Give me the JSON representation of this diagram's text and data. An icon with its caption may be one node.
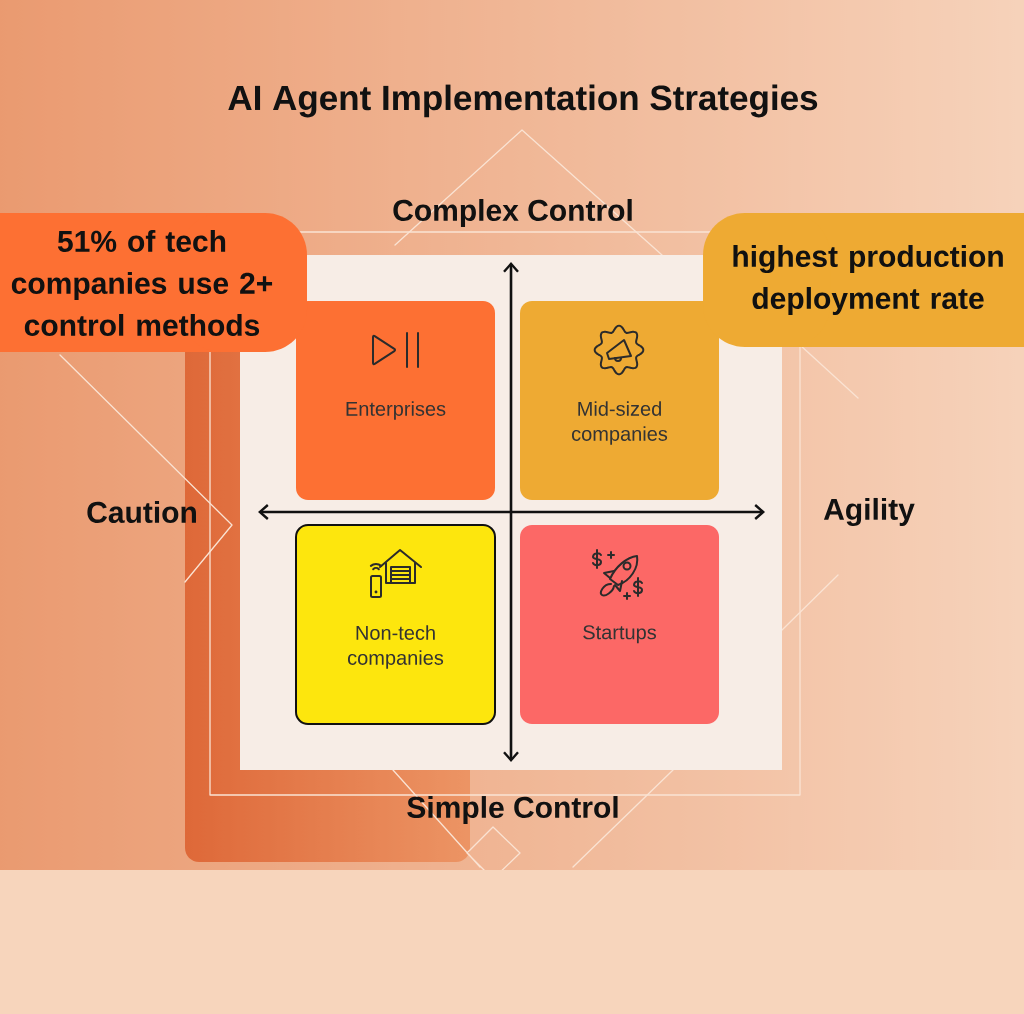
{
  "diagram": {
    "title": "AI Agent Implementation Strategies",
    "nodes": [
      {
        "text": [
          "51% of tech companies use 2+ control methods"
        ]
      },
      {
        "text": [
          "highest production deployment rate"
        ]
      },
      {
        "text": [
          "Enterprises"
        ]
      },
      {
        "text": [
          "Mid-sized companies"
        ]
      },
      {
        "text": [
          "Non-tech companies"
        ]
      },
      {
        "text": [
          "Startups"
        ]
      }
    ],
    "labels": [
      "Complex Control",
      "Caution",
      "Agility",
      "Simple Control"
    ]
  }
}
